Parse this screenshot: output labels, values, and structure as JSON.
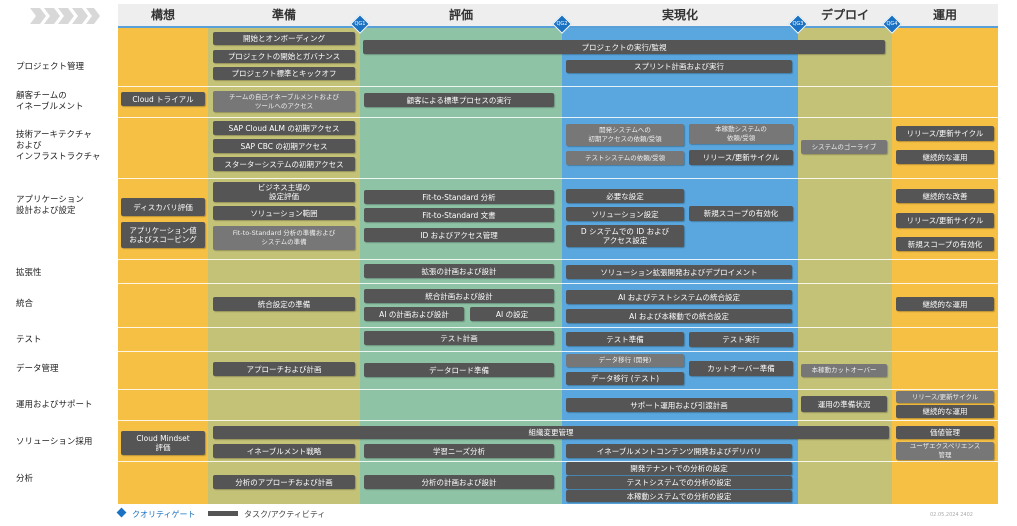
{
  "phases": [
    {
      "label": "構想",
      "color": "#f6c044"
    },
    {
      "label": "準備",
      "color": "#c4c277"
    },
    {
      "label": "評価",
      "color": "#8fc3a6"
    },
    {
      "label": "実現化",
      "color": "#5aa7df"
    },
    {
      "label": "デプロイ",
      "color": "#c4c277"
    },
    {
      "label": "運用",
      "color": "#f6c044"
    }
  ],
  "gates": [
    "QG1",
    "QG2",
    "QG3",
    "QG4"
  ],
  "rows": [
    "プロジェクト管理",
    "顧客チームの\nイネーブルメント",
    "技術アーキテクチャ\nおよび\nインフラストラクチャ",
    "アプリケーション\n設計および設定",
    "拡張性",
    "統合",
    "テスト",
    "データ管理",
    "運用およびサポート",
    "ソリューション採用",
    "分析"
  ],
  "tasks": [
    "開始とオンボーディング",
    "プロジェクトの開始とガバナンス",
    "プロジェクト標準とキックオフ",
    "プロジェクトの実行/監視",
    "スプリント計画および実行",
    "Cloud トライアル",
    "チームの自己イネーブルメントおよび\nツールへのアクセス",
    "顧客による標準プロセスの実行",
    "SAP Cloud ALM の初期アクセス",
    "SAP CBC の初期アクセス",
    "スターターシステムの初期アクセス",
    "開発システムへの\n初期アクセスの依頼/受領",
    "本稼動システムの\n依頼/受領",
    "テストシステムの依頼/受領",
    "リリース/更新サイクル",
    "システムのゴーライブ",
    "リリース/更新サイクル",
    "継続的な運用",
    "ディスカバリ評価",
    "アプリケーション値\nおよびスコーピング",
    "ビジネス主導の\n設定評価",
    "ソリューション範囲",
    "Fit-to-Standard 分析の準備および\nシステムの準備",
    "Fit-to-Standard 分析",
    "Fit-to-Standard 文書",
    "ID およびアクセス管理",
    "必要な設定",
    "ソリューション設定",
    "D システムでの ID および\nアクセス設定",
    "新規スコープの有効化",
    "継続的な改善",
    "リリース/更新サイクル",
    "新規スコープの有効化",
    "拡張の計画および設計",
    "ソリューション拡張開発およびデプロイメント",
    "統合設定の準備",
    "統合計画および設計",
    "AI の計画および設計",
    "AI の設定",
    "AI およびテストシステムの統合設定",
    "AI および本稼動での統合設定",
    "継続的な運用",
    "テスト計画",
    "テスト準備",
    "テスト実行",
    "アプローチおよび計画",
    "データロード準備",
    "データ移行 (開発)",
    "データ移行 (テスト)",
    "カットオーバー準備",
    "本稼動カットオーバー",
    "サポート運用および引渡計画",
    "運用の準備状況",
    "リリース/更新サイクル",
    "継続的な運用",
    "Cloud Mindset\n評価",
    "組織変更管理",
    "価値管理",
    "イネーブルメント戦略",
    "学習ニーズ分析",
    "イネーブルメントコンテンツ開発およびデリバリ",
    "ユーザエクスペリエンス\n管理",
    "分析のアプローチおよび計画",
    "分析の計画および設計",
    "開発テナントでの分析の設定",
    "テストシステムでの分析の設定",
    "本稼動システムでの分析の設定"
  ],
  "legend": {
    "gate": "クオリティゲート",
    "task": "タスク/アクティビティ"
  },
  "footer": "02.05.2024 2402"
}
